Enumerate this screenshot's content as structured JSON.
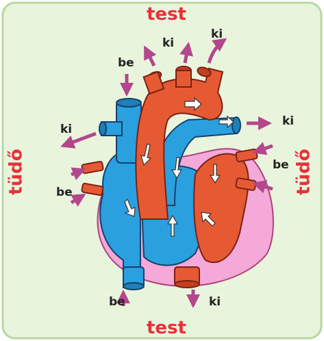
{
  "labels": {
    "top_body": "test",
    "bottom_body": "test",
    "left_lung": "tüdő",
    "right_lung": "tüdő",
    "be_top": "be",
    "ki_top_left": "ki",
    "ki_top_right": "ki",
    "ki_left": "ki",
    "be_left": "be",
    "ki_right": "ki",
    "be_right": "be",
    "be_bottom": "be",
    "ki_bottom": "ki"
  },
  "colors": {
    "background": "#e9f4dc",
    "border": "#b9d7a0",
    "arterial": "#e65a33",
    "venous": "#2aa0df",
    "pericardium": "#e88ac8",
    "arrow": "#b2478c",
    "title_text": "#e8303a"
  }
}
